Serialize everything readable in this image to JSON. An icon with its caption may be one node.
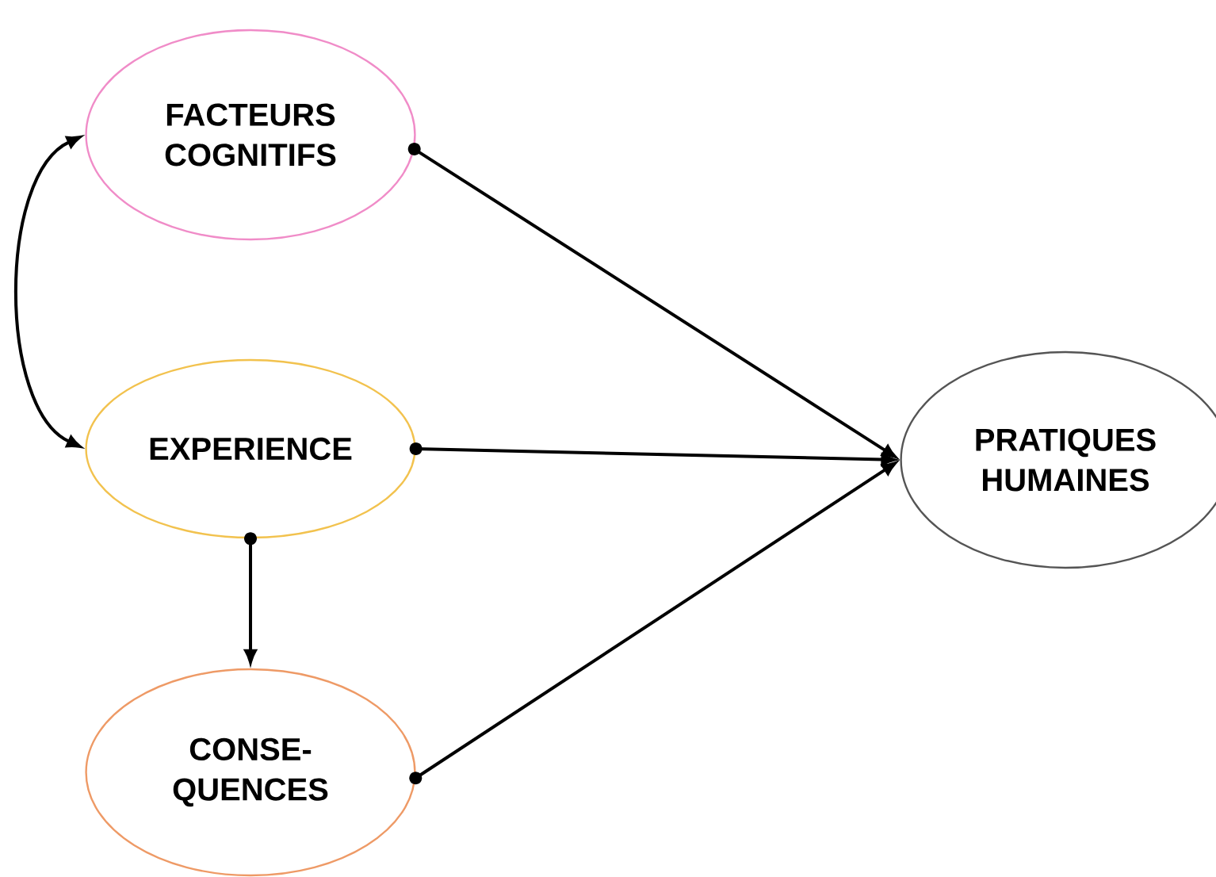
{
  "diagram": {
    "nodes": [
      {
        "text": [
          "FACTEURS COGNITIFS"
        ]
      },
      {
        "text": [
          "EXPERIENCE"
        ]
      },
      {
        "text": [
          "CONSE- QUENCES"
        ]
      },
      {
        "text": [
          "PRATIQUES HUMAINES"
        ]
      }
    ],
    "edges": [
      {
        "from": 0,
        "to": 1,
        "arrow": "both"
      },
      {
        "from": 0,
        "to": 3,
        "arrow": "to"
      },
      {
        "from": 1,
        "to": 3,
        "arrow": "to"
      },
      {
        "from": 1,
        "to": 2,
        "arrow": "to"
      },
      {
        "from": 2,
        "to": 3,
        "arrow": "to"
      }
    ]
  }
}
